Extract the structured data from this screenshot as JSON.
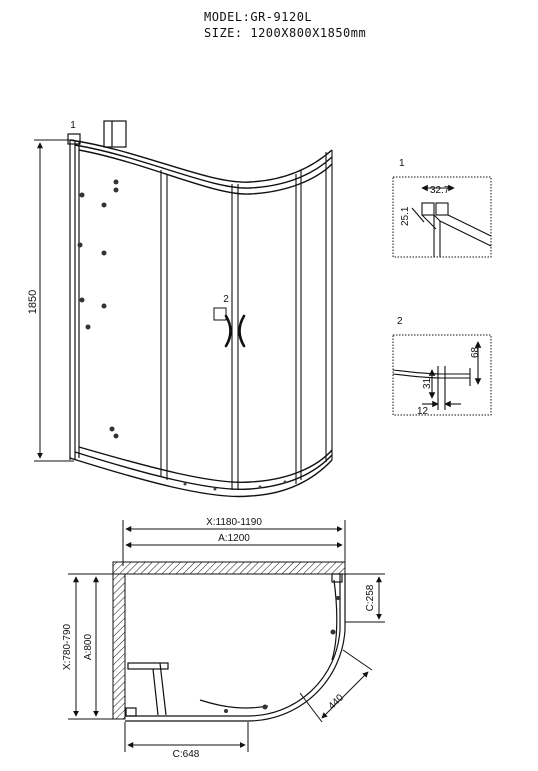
{
  "header": {
    "model_label": "MODEL:",
    "model_value": "GR-9120L",
    "size_label": "SIZE:",
    "size_value": "1200X800X1850mm"
  },
  "front_view": {
    "callout_1": "1",
    "callout_2": "2",
    "height_dim": "1850"
  },
  "detail_1": {
    "label": "1",
    "dim_width": "32.7",
    "dim_depth": "25.1"
  },
  "detail_2": {
    "label": "2",
    "dim_height": "68",
    "dim_offset": "31",
    "dim_bottom": "12"
  },
  "plan_view": {
    "dim_x_top": "X:1180-1190",
    "dim_a_top": "A:1200",
    "dim_x_left": "X:780-790",
    "dim_a_left": "A:800",
    "dim_c_right": "C:258",
    "dim_c_bottom": "C:648",
    "dim_arc": "440"
  },
  "colors": {
    "line": "#111111",
    "paper": "#ffffff"
  }
}
